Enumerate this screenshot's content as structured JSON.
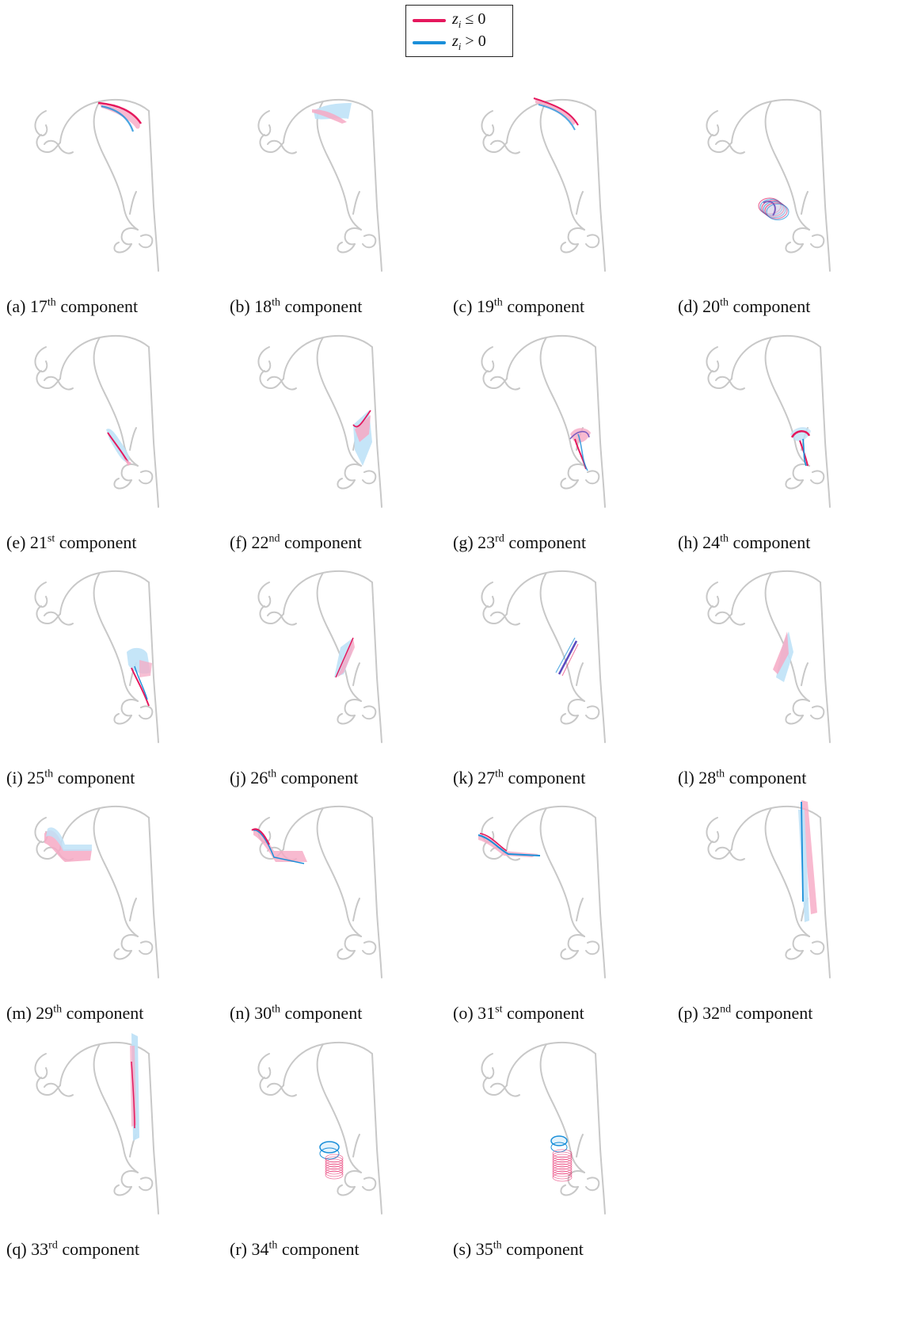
{
  "legend": {
    "items": [
      {
        "label": "z",
        "sub": "i",
        "rel": "≤ 0",
        "color": "#e5185d"
      },
      {
        "label": "z",
        "sub": "i",
        "rel": "> 0",
        "color": "#1a8fd9"
      }
    ]
  },
  "colors": {
    "outline": "#c8c8c8",
    "negative": "#e5185d",
    "positive": "#1a8fd9"
  },
  "panels": [
    {
      "letter": "(a)",
      "num": "17",
      "suffix": "th",
      "word": "component",
      "shape": "palate-back"
    },
    {
      "letter": "(b)",
      "num": "18",
      "suffix": "th",
      "word": "component",
      "shape": "palate-mid"
    },
    {
      "letter": "(c)",
      "num": "19",
      "suffix": "th",
      "word": "component",
      "shape": "palate-arc"
    },
    {
      "letter": "(d)",
      "num": "20",
      "suffix": "th",
      "word": "component",
      "shape": "larynx-coil"
    },
    {
      "letter": "(e)",
      "num": "21",
      "suffix": "st",
      "word": "component",
      "shape": "epiglottis"
    },
    {
      "letter": "(f)",
      "num": "22",
      "suffix": "nd",
      "word": "component",
      "shape": "pharynx-sheet"
    },
    {
      "letter": "(g)",
      "num": "23",
      "suffix": "rd",
      "word": "component",
      "shape": "larynx-twist"
    },
    {
      "letter": "(h)",
      "num": "24",
      "suffix": "th",
      "word": "component",
      "shape": "larynx-twist-2"
    },
    {
      "letter": "(i)",
      "num": "25",
      "suffix": "th",
      "word": "component",
      "shape": "pharynx-fold"
    },
    {
      "letter": "(j)",
      "num": "26",
      "suffix": "th",
      "word": "component",
      "shape": "pharynx-wedge"
    },
    {
      "letter": "(k)",
      "num": "27",
      "suffix": "th",
      "word": "component",
      "shape": "thin-line"
    },
    {
      "letter": "(l)",
      "num": "28",
      "suffix": "th",
      "word": "component",
      "shape": "pharynx-blade"
    },
    {
      "letter": "(m)",
      "num": "29",
      "suffix": "th",
      "word": "component",
      "shape": "lip-band"
    },
    {
      "letter": "(n)",
      "num": "30",
      "suffix": "th",
      "word": "component",
      "shape": "lip-band-2"
    },
    {
      "letter": "(o)",
      "num": "31",
      "suffix": "st",
      "word": "component",
      "shape": "lip-line"
    },
    {
      "letter": "(p)",
      "num": "32",
      "suffix": "nd",
      "word": "component",
      "shape": "back-wall"
    },
    {
      "letter": "(q)",
      "num": "33",
      "suffix": "rd",
      "word": "component",
      "shape": "back-wall-2"
    },
    {
      "letter": "(r)",
      "num": "34",
      "suffix": "th",
      "word": "component",
      "shape": "tube-rings"
    },
    {
      "letter": "(s)",
      "num": "35",
      "suffix": "th",
      "word": "component",
      "shape": "tube-rings-2"
    }
  ]
}
